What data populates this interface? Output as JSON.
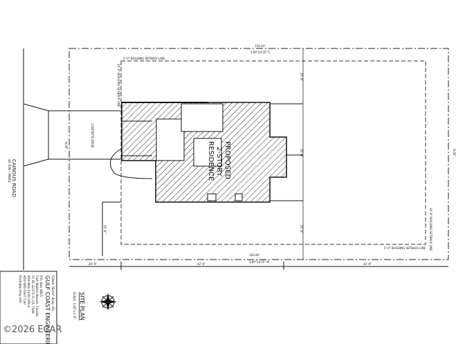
{
  "road_label": "CAINOUS ROAD",
  "road_sublabel": "40' R/W • PAVED",
  "setback_top": "5'-0\" BUILDING SETBACK LINE",
  "setback_left": "25'-0\" BUILDING SETBACK LINE",
  "setback_right": "10'-0\" BUILDING SETBACK LINE",
  "setback_bottom": "5'-0\" BUILDING SETBACK LINE",
  "bearing_top_dist": "150.34'",
  "bearing_top": "S 89°24'35\" E",
  "bearing_bottom_dist": "150.40'",
  "bearing_bottom": "S 89°24'35\" W",
  "bearing_right": "N 00°...",
  "bearing_left": "N 00°...",
  "dim_bottom": [
    "20'-0\"",
    "42'-0\"",
    "42'-0\""
  ],
  "dim_right_top": "25'-0\"",
  "dim_right_mid": "35'-0\"",
  "dim_right_bot": "25'-0\"",
  "dim_left": "25'-0\"",
  "driveway_label": "CONCRETE DRIVE",
  "residence_label": [
    "PROPOSED",
    "2-STORY",
    "RESIDENCE"
  ],
  "title": "SITE PLAN",
  "scale": "SCALE: 1/32\"=1'-0\"",
  "title_block": [
    "Edwin \"Buck\" Bray, P.E.",
    "GULF COAST ENGINEERING",
    "P.O. Box 4815",
    "Fort Walton Beach, Florida",
    "FL PE 42371 FL CA 7508",
    "850-864-1100 Office",
    "850-685-5507 Cell",
    "buck@gceng.com"
  ],
  "watermark": "©2026 ECAR"
}
